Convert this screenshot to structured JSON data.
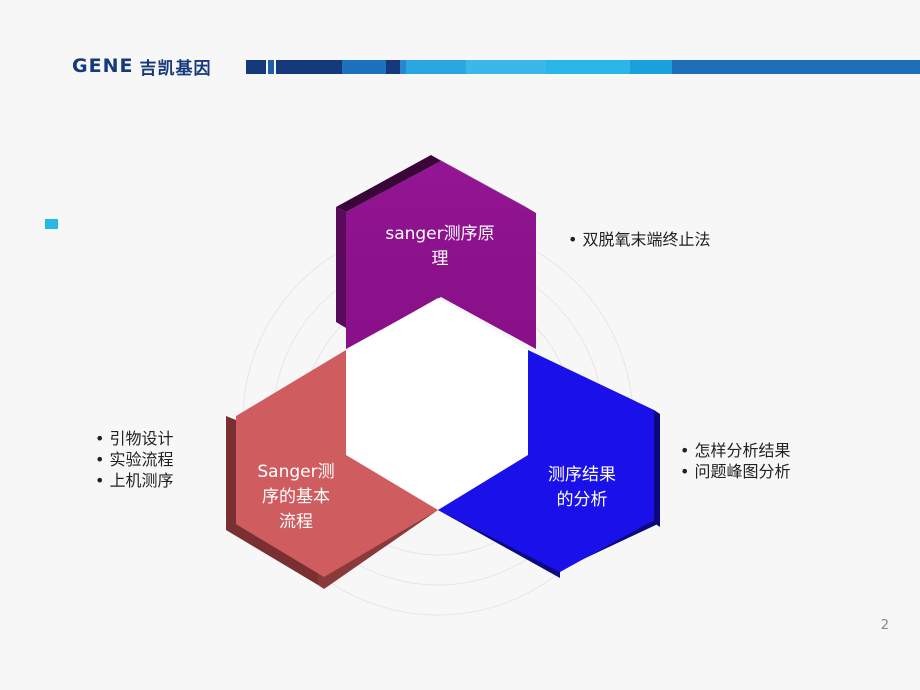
{
  "header": {
    "logo_text": "GENE",
    "logo_cn": "吉凯基因"
  },
  "colors": {
    "brand_blue": "#15397a",
    "accent_cyan": "#29b6e8",
    "hex_purple": "#8e118e",
    "hex_red": "#cf5d5f",
    "hex_blue": "#1a10ea",
    "background": "#f7f7f7"
  },
  "diagram": {
    "top": {
      "label_line1": "sanger测序原",
      "label_line2": "理",
      "bullets": [
        "双脱氧末端终止法"
      ]
    },
    "left": {
      "label_line1": "Sanger测",
      "label_line2": "序的基本",
      "label_line3": "流程",
      "bullets": [
        "引物设计",
        "实验流程",
        "上机测序"
      ]
    },
    "right": {
      "label_line1": "测序结果",
      "label_line2": "的分析",
      "bullets": [
        "怎样分析结果",
        "问题峰图分析"
      ]
    }
  },
  "page_number": "2"
}
